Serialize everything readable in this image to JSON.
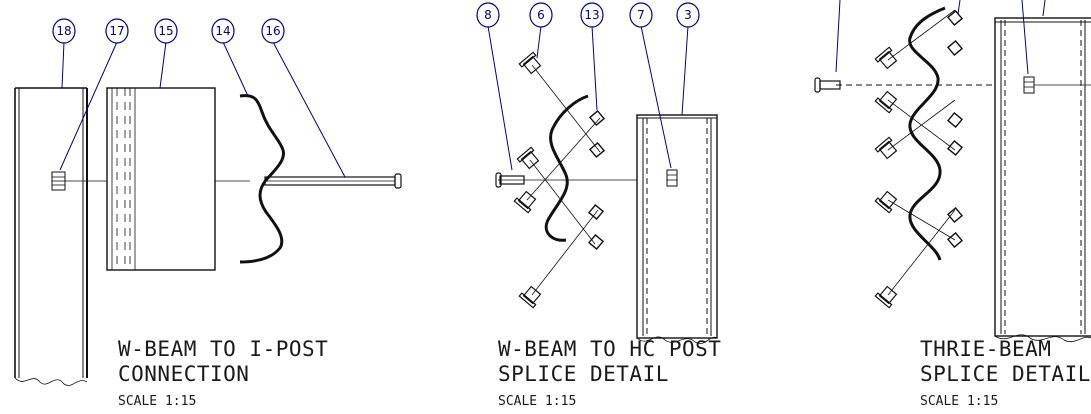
{
  "details": [
    {
      "title_line1": "W-BEAM TO I-POST",
      "title_line2": "CONNECTION",
      "scale": "SCALE 1:15",
      "callouts": [
        "18",
        "17",
        "15",
        "14",
        "16"
      ]
    },
    {
      "title_line1": "W-BEAM TO HC POST",
      "title_line2": "SPLICE DETAIL",
      "scale": "SCALE 1:15",
      "callouts": [
        "8",
        "6",
        "13",
        "7",
        "3"
      ]
    },
    {
      "title_line1": "THRIE-BEAM",
      "title_line2": "SPLICE DETAIL",
      "scale": "SCALE 1:15",
      "callouts": []
    }
  ],
  "colors": {
    "callout": "#000088",
    "line": "#111111",
    "background": "#ffffff"
  }
}
